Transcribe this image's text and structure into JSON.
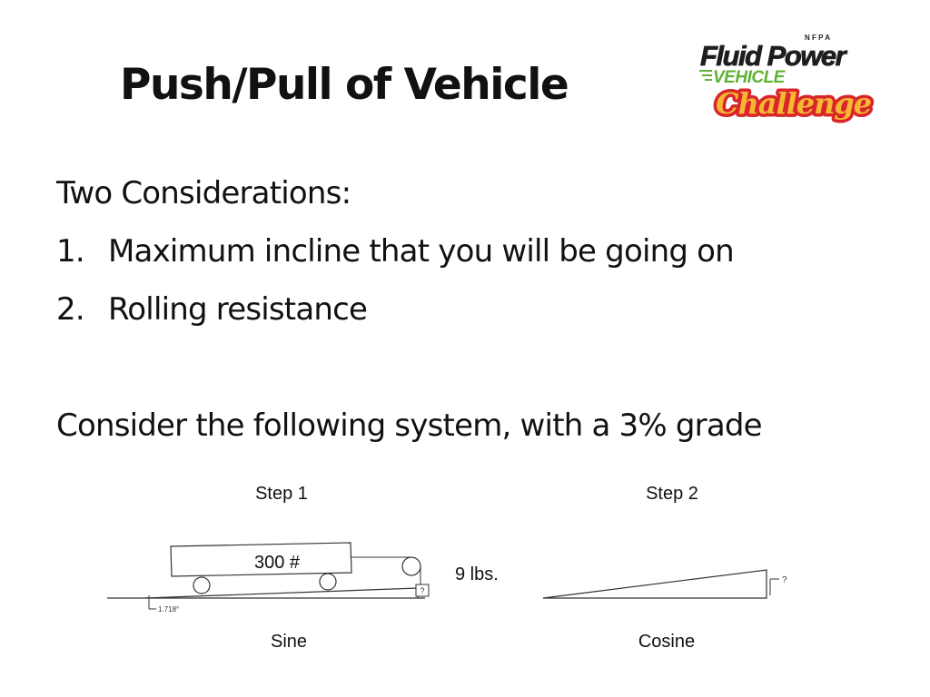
{
  "slide": {
    "title": "Push/Pull of Vehicle",
    "intro": "Two Considerations:",
    "list": [
      {
        "num": "1.",
        "text": "Maximum incline that you will be going on"
      },
      {
        "num": "2.",
        "text": "Rolling resistance"
      }
    ],
    "consider": "Consider the following system, with a 3% grade"
  },
  "logo": {
    "org": "N F P A",
    "line1": "Fluid Power",
    "line2": "VEHICLE",
    "line3": "Challenge"
  },
  "diagram": {
    "step1": {
      "label": "Step 1",
      "weight": "300 #",
      "angle": "1.718°",
      "unknown": "?",
      "force": "9 lbs.",
      "caption": "Sine"
    },
    "step2": {
      "label": "Step 2",
      "unknown": "?",
      "caption": "Cosine"
    }
  },
  "colors": {
    "title": "#111111",
    "logo_dark": "#1e1e1e",
    "logo_green": "#5fb233",
    "logo_red": "#d8262b",
    "logo_orange": "#f5a623"
  }
}
